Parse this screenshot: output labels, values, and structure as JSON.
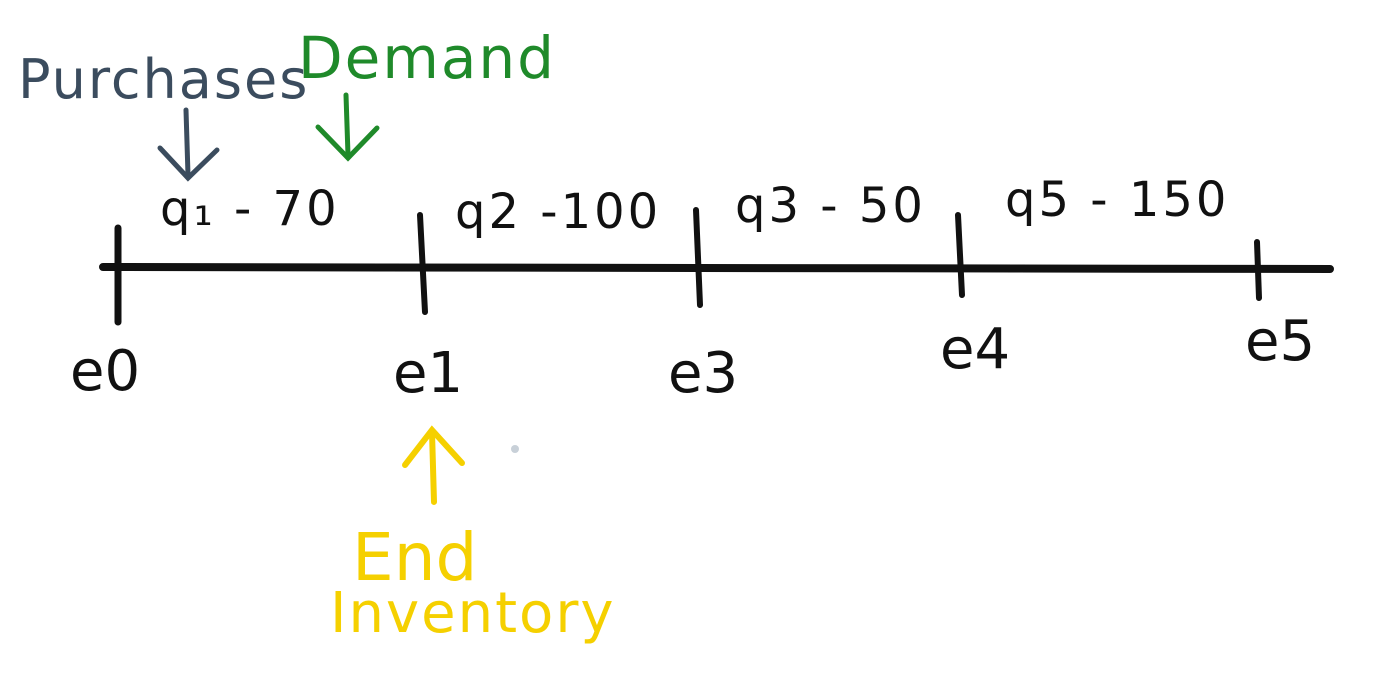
{
  "annotations": {
    "purchases": {
      "label": "Purchases",
      "color": "#3b4c5e",
      "icon": "arrow-down-icon"
    },
    "demand": {
      "label": "Demand",
      "color": "#1f8a2a",
      "icon": "arrow-down-icon"
    },
    "end_inventory": {
      "line1": "End",
      "line2": "Inventory",
      "color": "#f5d000",
      "icon": "arrow-up-icon"
    }
  },
  "segments": [
    {
      "label": "q₁ - 70"
    },
    {
      "label": "q2 -100"
    },
    {
      "label": "q3 - 50"
    },
    {
      "label": "q5 - 150"
    }
  ],
  "ticks": [
    {
      "label": "e0"
    },
    {
      "label": "e1"
    },
    {
      "label": "e3"
    },
    {
      "label": "e4"
    },
    {
      "label": "e5"
    }
  ],
  "colors": {
    "ink": "#111111",
    "background": "#ffffff"
  }
}
